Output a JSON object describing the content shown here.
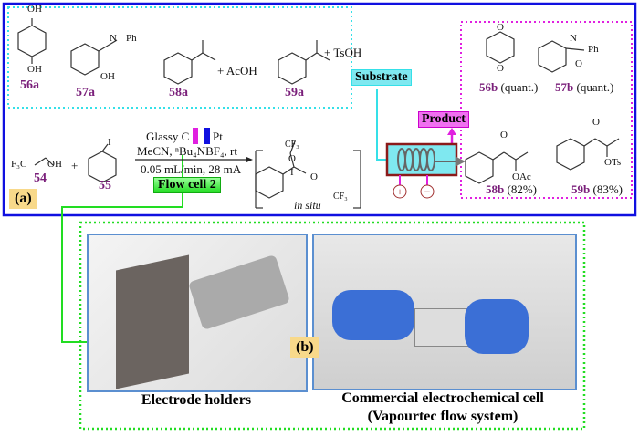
{
  "panel_a": {
    "label": "(a)",
    "substrates": [
      {
        "id": "56a",
        "sub": [
          "OH",
          "OH"
        ]
      },
      {
        "id": "57a",
        "sub": [
          "N",
          "Ph",
          "OH"
        ]
      },
      {
        "id": "58a",
        "extra": "+ AcOH"
      },
      {
        "id": "59a",
        "extra": "+ TsOH"
      }
    ],
    "reagents": {
      "r1": "F₃C",
      "r1_oh": "OH",
      "r1_id": "54",
      "plus": "+",
      "r2_atom": "I",
      "r2_id": "55"
    },
    "conditions": {
      "electrodes": "Glassy C",
      "electrode2": "Pt",
      "line1": "MeCN, ⁿBu₄NBF₄,  rt",
      "line2": "0.05 mL/min, 28 mA"
    },
    "flow_cell": "Flow cell 2",
    "intermediate": {
      "label": "in situ",
      "groups": [
        "CF₃",
        "O",
        "I",
        "O",
        "CF₃"
      ]
    },
    "substrate_tag": "Substrate",
    "product_tag": "Product",
    "electrodes_signs": [
      "+",
      "−"
    ],
    "products": [
      {
        "id": "56b",
        "yield": "(quant.)",
        "atoms": [
          "O",
          "O"
        ]
      },
      {
        "id": "57b",
        "yield": "(quant.)",
        "atoms": [
          "N",
          "O",
          "Ph"
        ]
      },
      {
        "id": "58b",
        "yield": "(82%)",
        "atoms": [
          "O",
          "OAc"
        ]
      },
      {
        "id": "59b",
        "yield": "(83%)",
        "atoms": [
          "O",
          "OTs"
        ]
      }
    ]
  },
  "panel_b": {
    "label": "(b)",
    "photo1_caption": "Electrode holders",
    "photo2_caption_1": "Commercial electrochemical cell",
    "photo2_caption_2": "(Vapourtec flow system)"
  },
  "colors": {
    "frame_a": "#1010e0",
    "substrate_box": "#35e0e8",
    "product_box": "#e020e0",
    "flow_cell": "#22dd22",
    "label_bg": "#f8d98a",
    "id_color": "#7a1f7a"
  }
}
